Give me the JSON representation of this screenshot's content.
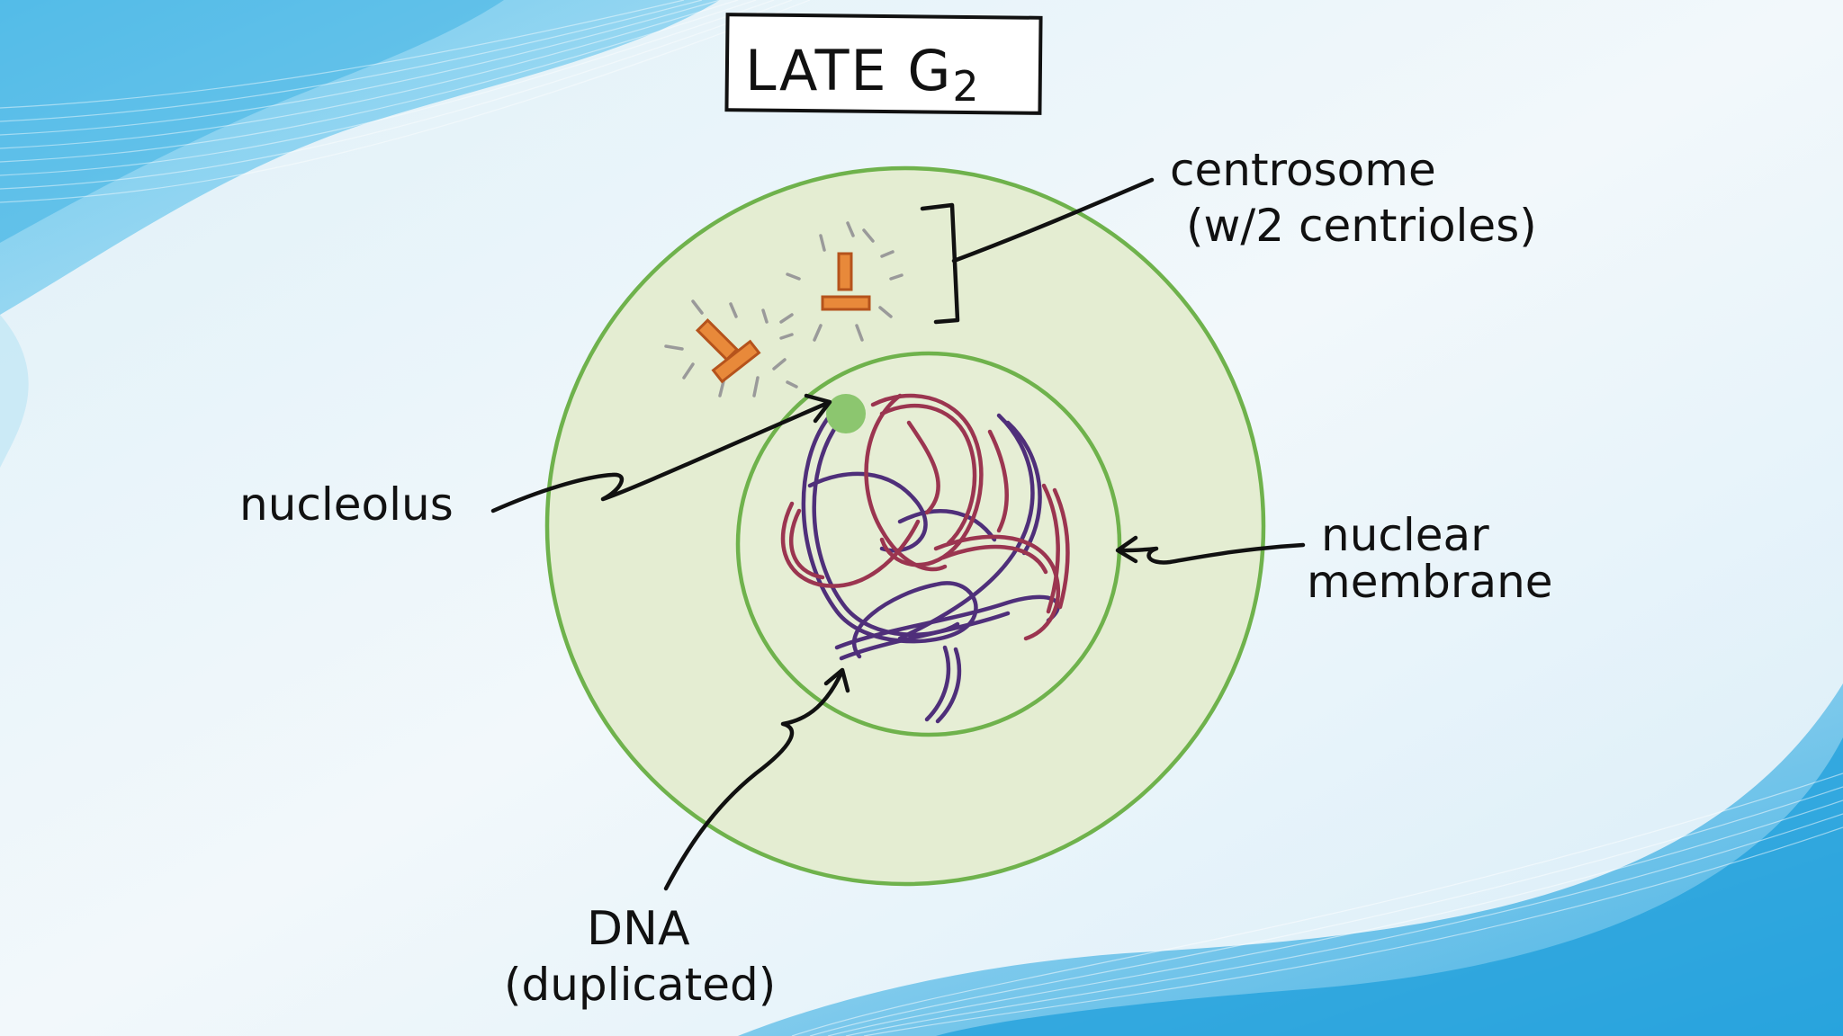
{
  "title": {
    "main": "LATE G",
    "subscript": "2"
  },
  "labels": {
    "centrosome_line1": "centrosome",
    "centrosome_line2": "(w/2 centrioles)",
    "nucleolus": "nucleolus",
    "nuclear_line1": "nuclear",
    "nuclear_line2": "membrane",
    "dna_line1": "DNA",
    "dna_line2": "(duplicated)"
  },
  "colors": {
    "cell_fill": "#e4edd2",
    "membrane_stroke": "#6fb24c",
    "nucleolus_fill": "#8cc66f",
    "centriole_fill": "#e8893a",
    "centriole_stroke": "#b5531c",
    "microtubule": "#9a9a9a",
    "dna_red": "#9b3550",
    "dna_purple": "#4f2f7a",
    "ink": "#111111",
    "bg_blue": "#4cb8e6",
    "bg_light": "#e9f4fa"
  }
}
